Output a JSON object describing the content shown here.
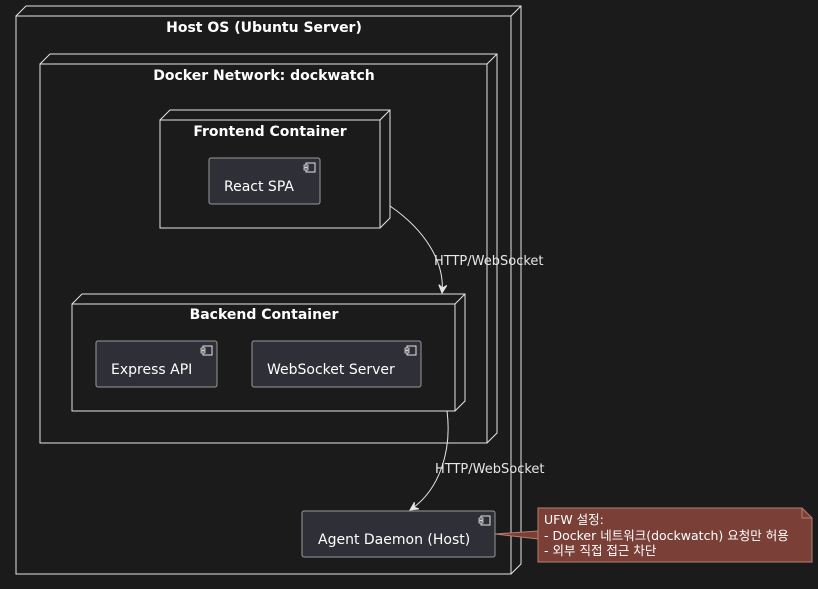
{
  "diagram": {
    "nodes": {
      "host": "Host OS (Ubuntu Server)",
      "network": "Docker Network: dockwatch",
      "frontend": "Frontend Container",
      "backend": "Backend Container"
    },
    "components": {
      "react": "React SPA",
      "express": "Express API",
      "websocket": "WebSocket Server",
      "agent": "Agent Daemon (Host)"
    },
    "edges": {
      "frontend_to_backend": "HTTP/WebSocket",
      "backend_to_agent": "HTTP/WebSocket"
    },
    "note": {
      "line1": "UFW 설정:",
      "line2": "- Docker 네트워크(dockwatch) 요청만 허용",
      "line3": "- 외부 직접 접근 차단"
    }
  },
  "colors": {
    "background": "#1b1b1b",
    "component_fill": "#2f2f37",
    "note_fill": "#7a3f36",
    "line": "#e6e6e6"
  }
}
